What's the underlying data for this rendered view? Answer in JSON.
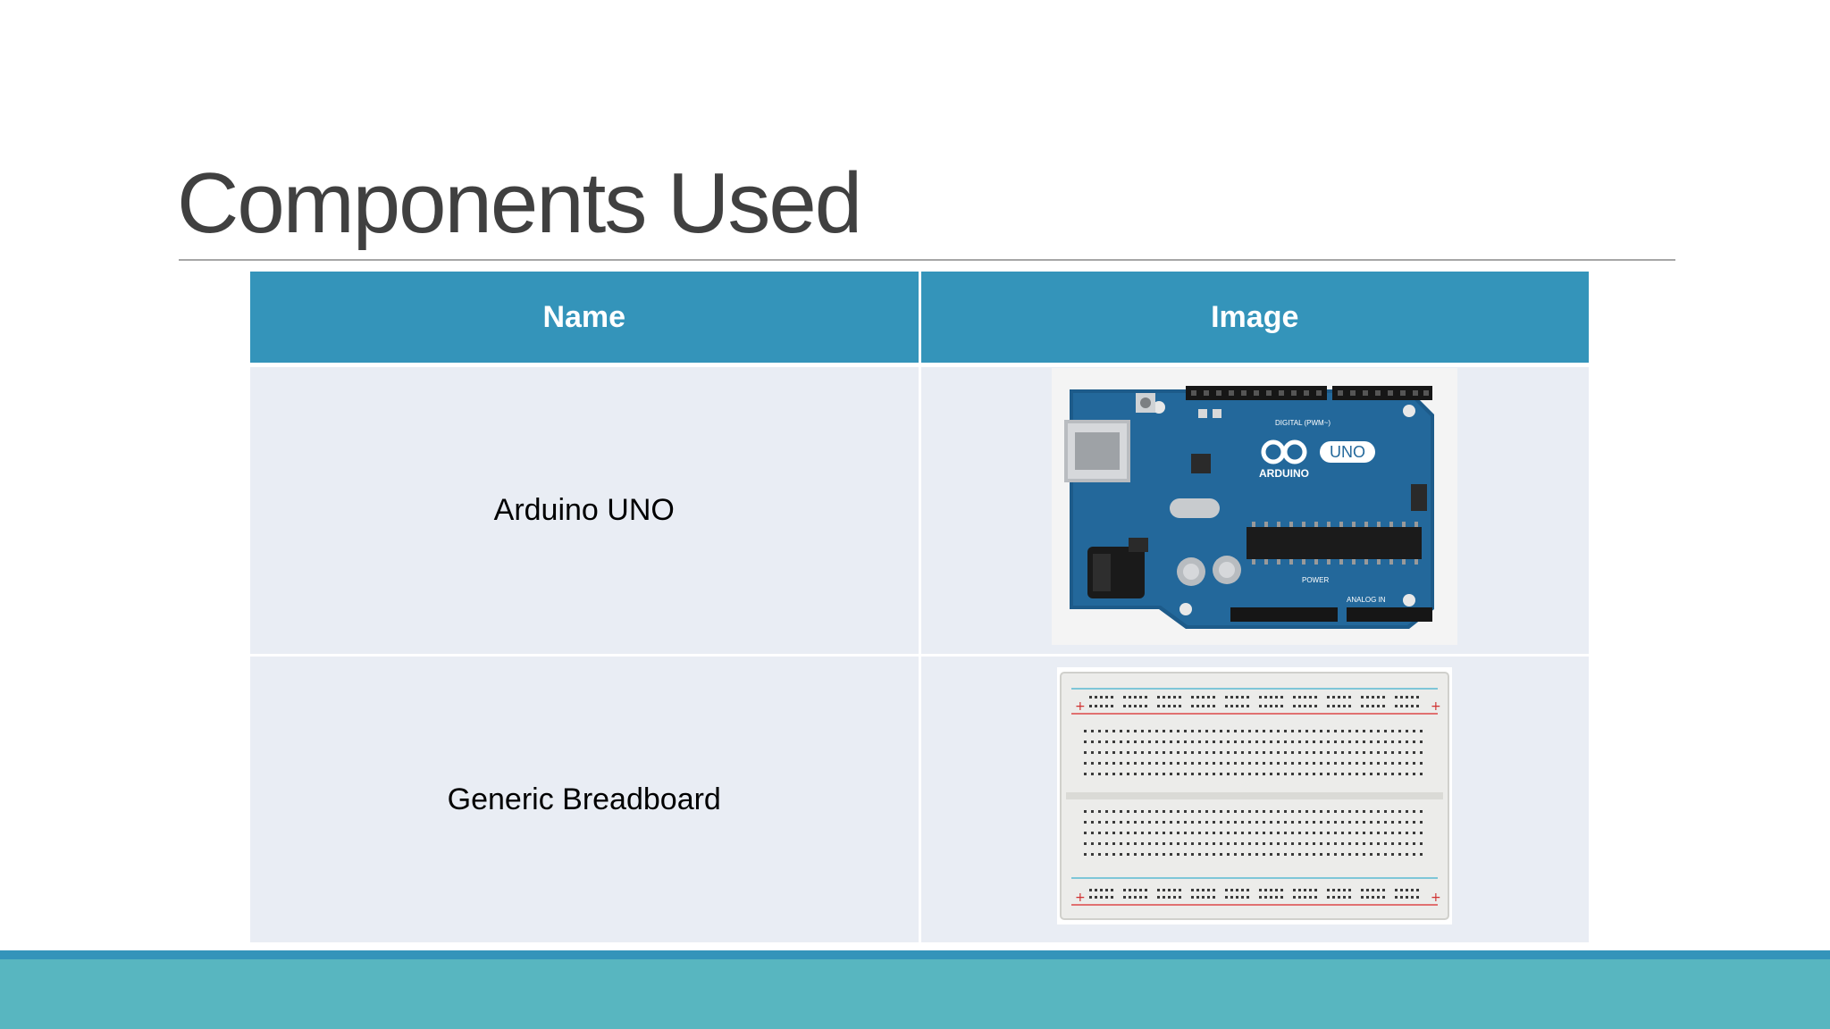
{
  "slide": {
    "title": "Components Used",
    "table": {
      "headers": [
        "Name",
        "Image"
      ],
      "rows": [
        {
          "name": "Arduino UNO",
          "image": "arduino-uno-board"
        },
        {
          "name": "Generic Breadboard",
          "image": "breadboard"
        }
      ]
    },
    "arduino_silkscreen": {
      "brand": "ARDUINO",
      "model": "UNO",
      "digital": "DIGITAL (PWM~)",
      "analog": "ANALOG IN",
      "power": "POWER"
    }
  },
  "colors": {
    "header": "#3494ba",
    "cell": "#e9edf4",
    "footer": "#58b6c0",
    "title": "#404040"
  }
}
